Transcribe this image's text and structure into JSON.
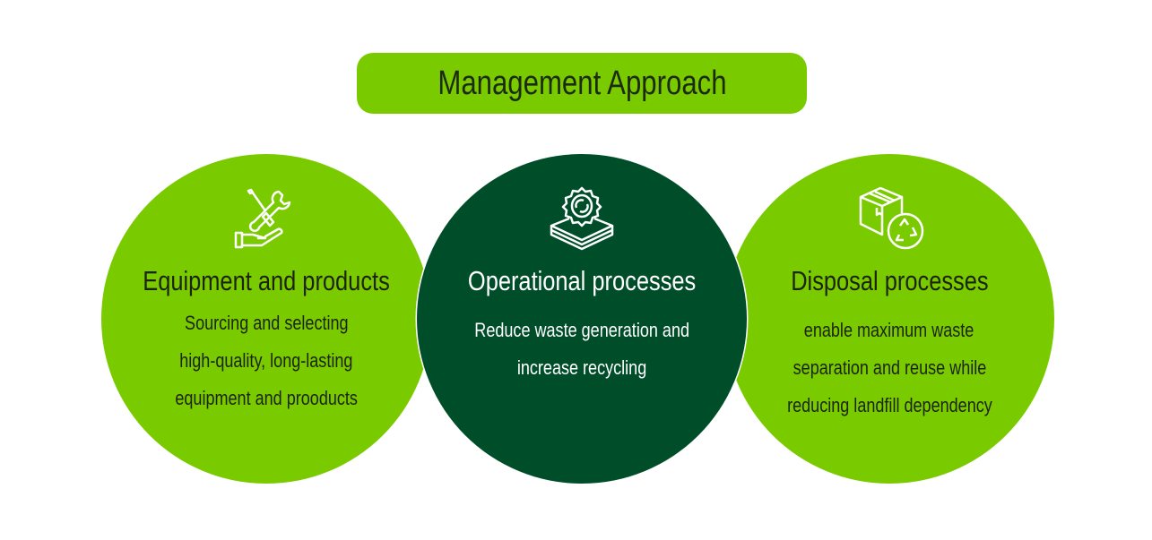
{
  "header": {
    "title": "Management Approach"
  },
  "colors": {
    "light_green": "#79cb00",
    "dark_green": "#004d2a"
  },
  "items": [
    {
      "icon": "tools-hand-icon",
      "title": "Equipment and products",
      "lines": [
        "Sourcing and selecting",
        "high-quality, long-lasting",
        "equipment and prooducts"
      ]
    },
    {
      "icon": "gear-layers-icon",
      "title": "Operational processes",
      "lines": [
        "Reduce waste generation and",
        "increase recycling"
      ]
    },
    {
      "icon": "box-recycle-icon",
      "title": "Disposal processes",
      "lines": [
        "enable maximum waste",
        "separation and reuse while",
        "reducing landfill dependency"
      ]
    }
  ]
}
